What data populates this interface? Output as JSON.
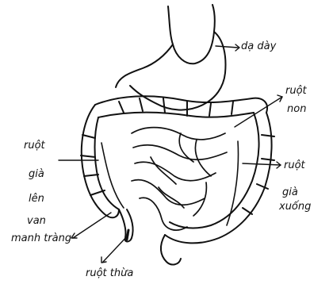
{
  "labels": {
    "stomach": "dạ dày",
    "small_intestine": [
      "ruột",
      "non"
    ],
    "ascending_colon": [
      "ruột",
      "già",
      "lên"
    ],
    "descending_colon": [
      "ruột",
      "già",
      "xuống"
    ],
    "ileocecal_valve": [
      "van",
      "manh tràng"
    ],
    "appendix": "ruột thừa"
  },
  "colors": {
    "ink": "#111111",
    "paper": "#ffffff"
  }
}
